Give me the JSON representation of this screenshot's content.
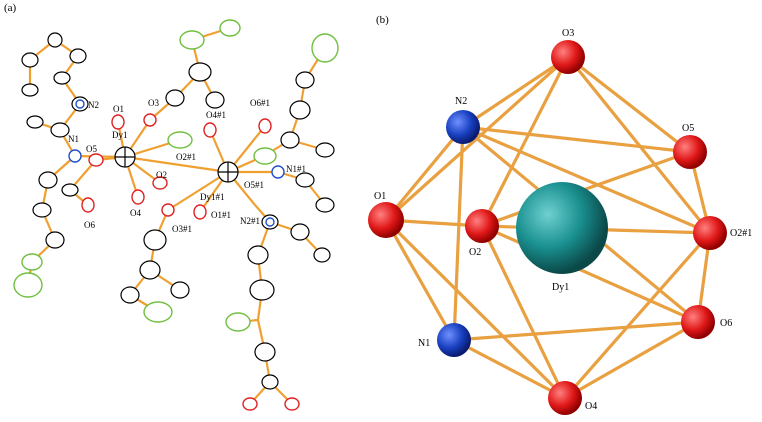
{
  "panels": {
    "a": {
      "label": "(a)"
    },
    "b": {
      "label": "(b)"
    }
  },
  "colors": {
    "bond": "#f0a030",
    "oxygen": "#e02020",
    "nitrogen": "#2050d0",
    "dysprosium": "#209090",
    "fluorine": "#70c040",
    "carbon": "#000000"
  },
  "panel_a_labels": {
    "N2": "N2",
    "O1": "O1",
    "O3": "O3",
    "Dy1": "Dy1",
    "N1": "N1",
    "O5": "O5",
    "O6": "O6",
    "O4": "O4",
    "O2": "O2",
    "O2_1": "O2#1",
    "O4_1": "O4#1",
    "O6_1": "O6#1",
    "O5_1": "O5#1",
    "N1_1": "N1#1",
    "Dy1_1": "Dy1#1",
    "O1_1": "O1#1",
    "O3_1": "O3#1",
    "N2_1": "N2#1"
  },
  "panel_b_labels": {
    "O3": "O3",
    "N2": "N2",
    "O5": "O5",
    "O1": "O1",
    "O2": "O2",
    "O2_1": "O2#1",
    "Dy1": "Dy1",
    "N1": "N1",
    "O6": "O6",
    "O4": "O4"
  }
}
